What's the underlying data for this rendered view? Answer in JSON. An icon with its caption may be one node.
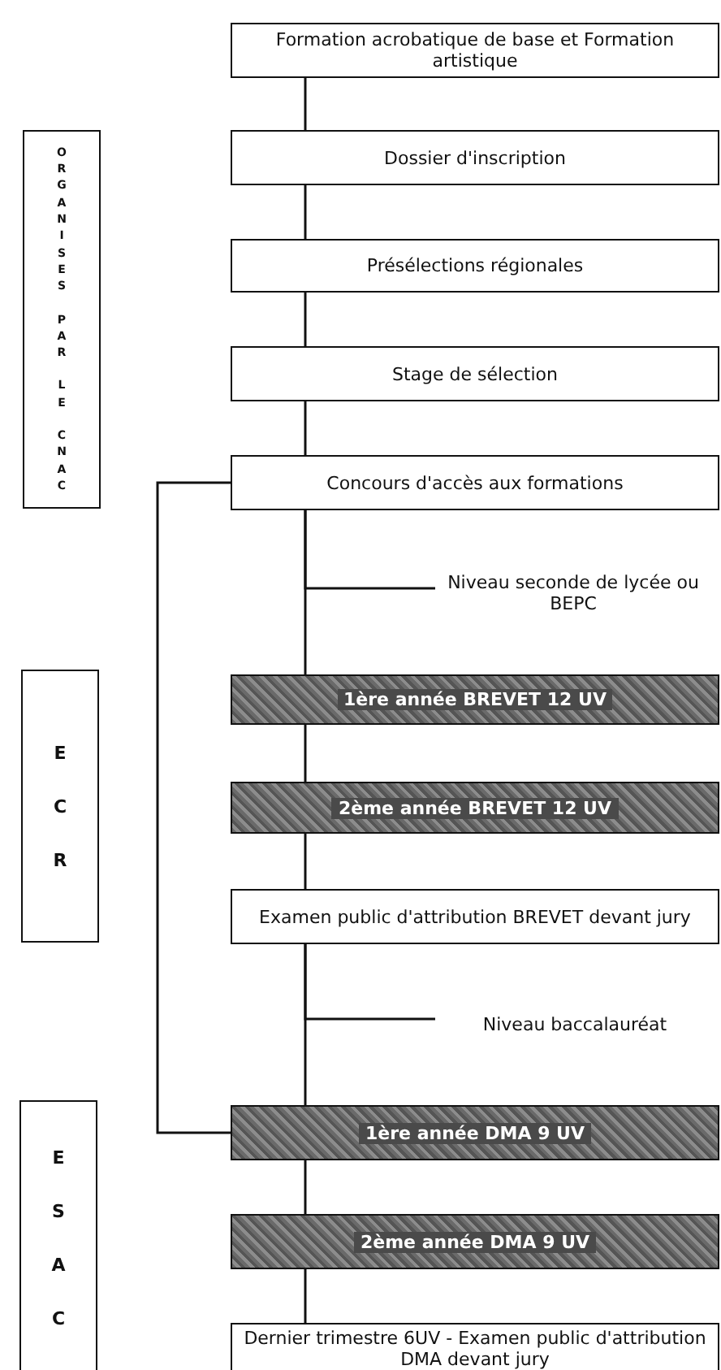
{
  "diagram": {
    "nodes": [
      {
        "text": [
          "Formation acrobatique de base et Formation artistique"
        ]
      },
      {
        "text": [
          "Dossier d'inscription"
        ]
      },
      {
        "text": [
          "Présélections régionales"
        ]
      },
      {
        "text": [
          "Stage de sélection"
        ]
      },
      {
        "text": [
          "Concours d'accès aux formations"
        ]
      },
      {
        "text": [
          "Niveau seconde de lycée ou BEPC"
        ]
      },
      {
        "text": [
          "1ère année BREVET 12 UV"
        ]
      },
      {
        "text": [
          "2ème année BREVET 12 UV"
        ]
      },
      {
        "text": [
          "Examen public d'attribution BREVET devant jury"
        ]
      },
      {
        "text": [
          "Niveau baccalauréat"
        ]
      },
      {
        "text": [
          "1ère année DMA 9 UV"
        ]
      },
      {
        "text": [
          "2ème année DMA 9 UV"
        ]
      },
      {
        "text": [
          "Dernier trimestre 6UV - Examen public d'attribution DMA devant jury"
        ]
      },
      {
        "text": [
          "ORGANISES PAR LE CNAC"
        ]
      },
      {
        "text": [
          "ECR"
        ]
      },
      {
        "text": [
          "ESAC"
        ]
      }
    ],
    "edges": [
      {
        "from": 0,
        "to": 1,
        "arrow": "none"
      },
      {
        "from": 1,
        "to": 2,
        "arrow": "none"
      },
      {
        "from": 2,
        "to": 3,
        "arrow": "none"
      },
      {
        "from": 3,
        "to": 4,
        "arrow": "none"
      },
      {
        "from": 4,
        "to": 5,
        "arrow": "none"
      },
      {
        "from": 4,
        "to": 6,
        "arrow": "none"
      },
      {
        "from": 6,
        "to": 7,
        "arrow": "none"
      },
      {
        "from": 7,
        "to": 8,
        "arrow": "none"
      },
      {
        "from": 8,
        "to": 9,
        "arrow": "none"
      },
      {
        "from": 8,
        "to": 10,
        "arrow": "none"
      },
      {
        "from": 10,
        "to": 11,
        "arrow": "none"
      },
      {
        "from": 11,
        "to": 12,
        "arrow": "none"
      },
      {
        "from": 4,
        "to": 10,
        "arrow": "none"
      }
    ]
  }
}
